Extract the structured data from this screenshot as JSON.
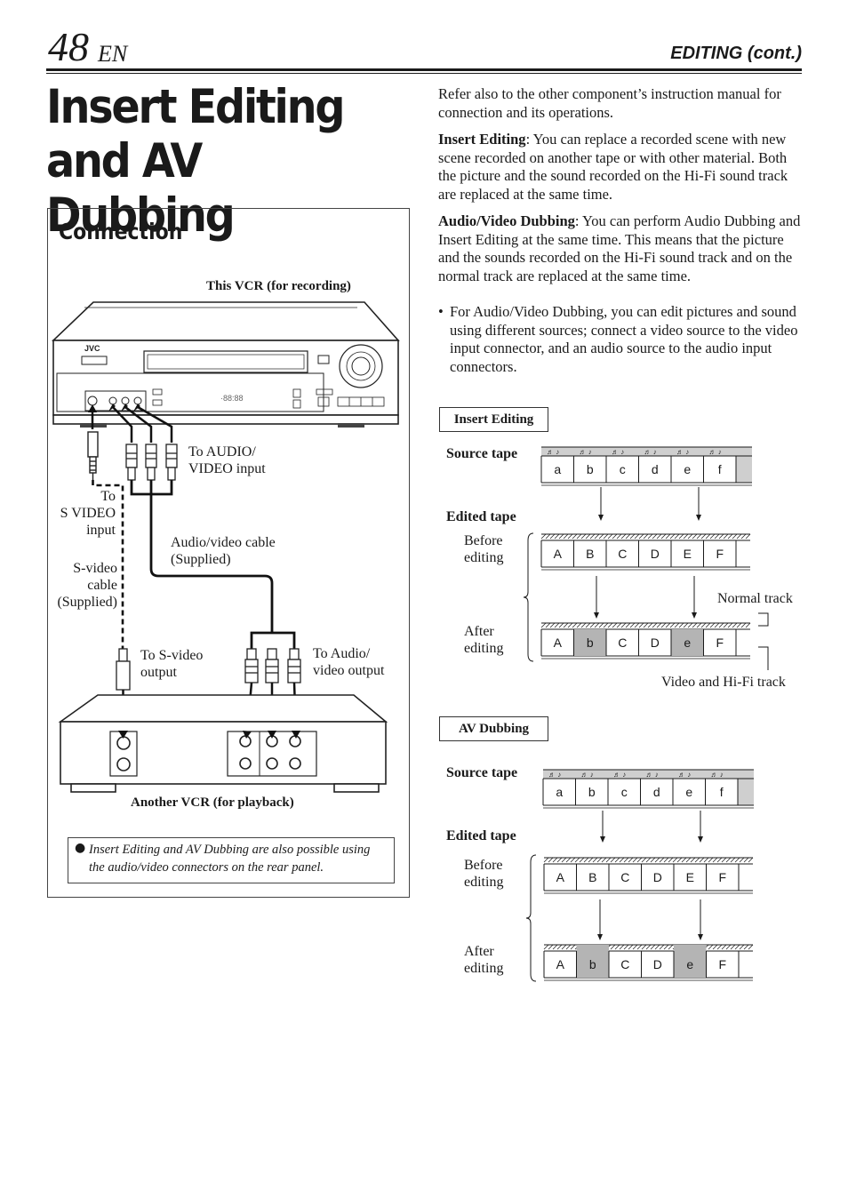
{
  "header": {
    "page_number": "48",
    "page_suffix": "EN",
    "section": "EDITING (cont.)"
  },
  "title_lines": [
    "Insert Editing",
    "and AV Dubbing"
  ],
  "connection": {
    "title": "Connection",
    "top_vcr_label": "This VCR (for recording)",
    "bottom_vcr_label": "Another VCR (for playback)",
    "jvc_logo": "JVC",
    "to_av_input": [
      "To AUDIO/",
      "VIDEO input"
    ],
    "to_svideo_input": [
      "To",
      "S VIDEO",
      "input"
    ],
    "av_cable": [
      "Audio/video cable",
      "(Supplied)"
    ],
    "svideo_cable": [
      "S-video",
      "cable",
      "(Supplied)"
    ],
    "to_svideo_output": [
      "To S-video",
      "output"
    ],
    "to_av_output": [
      "To Audio/",
      "video output"
    ],
    "note": "Insert Editing and AV Dubbing are also possible using the audio/video connectors on the rear panel."
  },
  "intro": {
    "p1": "Refer also to the other component’s instruction manual for connection and its operations.",
    "insert_term": "Insert Editing",
    "insert_text": ": You can replace a recorded scene with new scene recorded on another tape or with other material. Both the picture and the sound recorded on the Hi-Fi sound track are replaced at the same time.",
    "avd_term": "Audio/Video Dubbing",
    "avd_text": ": You can perform Audio Dubbing and Insert Editing at the same time. This means that the picture and the sounds recorded on the Hi-Fi sound track and on the normal track are replaced at the same time.",
    "bullet": "For Audio/Video Dubbing, you can edit pictures and sound using different sources; connect a video source to the video input connector, and an audio source to the audio input connectors."
  },
  "diagram1": {
    "tag": "Insert Editing",
    "source_label": "Source tape",
    "edited_label": "Edited tape",
    "before_label": [
      "Before",
      "editing"
    ],
    "after_label": [
      "After",
      "editing"
    ],
    "normal_track": "Normal track",
    "video_hifi_track": "Video and Hi-Fi track",
    "source_cells": [
      "a",
      "b",
      "c",
      "d",
      "e",
      "f"
    ],
    "before_cells": [
      "A",
      "B",
      "C",
      "D",
      "E",
      "F"
    ],
    "after_cells": [
      "A",
      "b",
      "C",
      "D",
      "e",
      "F"
    ]
  },
  "diagram2": {
    "tag": "AV Dubbing",
    "source_label": "Source tape",
    "edited_label": "Edited tape",
    "before_label": [
      "Before",
      "editing"
    ],
    "after_label": [
      "After",
      "editing"
    ],
    "source_cells": [
      "a",
      "b",
      "c",
      "d",
      "e",
      "f"
    ],
    "before_cells": [
      "A",
      "B",
      "C",
      "D",
      "E",
      "F"
    ],
    "after_cells": [
      "A",
      "b",
      "C",
      "D",
      "e",
      "F"
    ]
  },
  "colors": {
    "highlight": "#b4b4b4",
    "ink": "#1a1a1a"
  }
}
